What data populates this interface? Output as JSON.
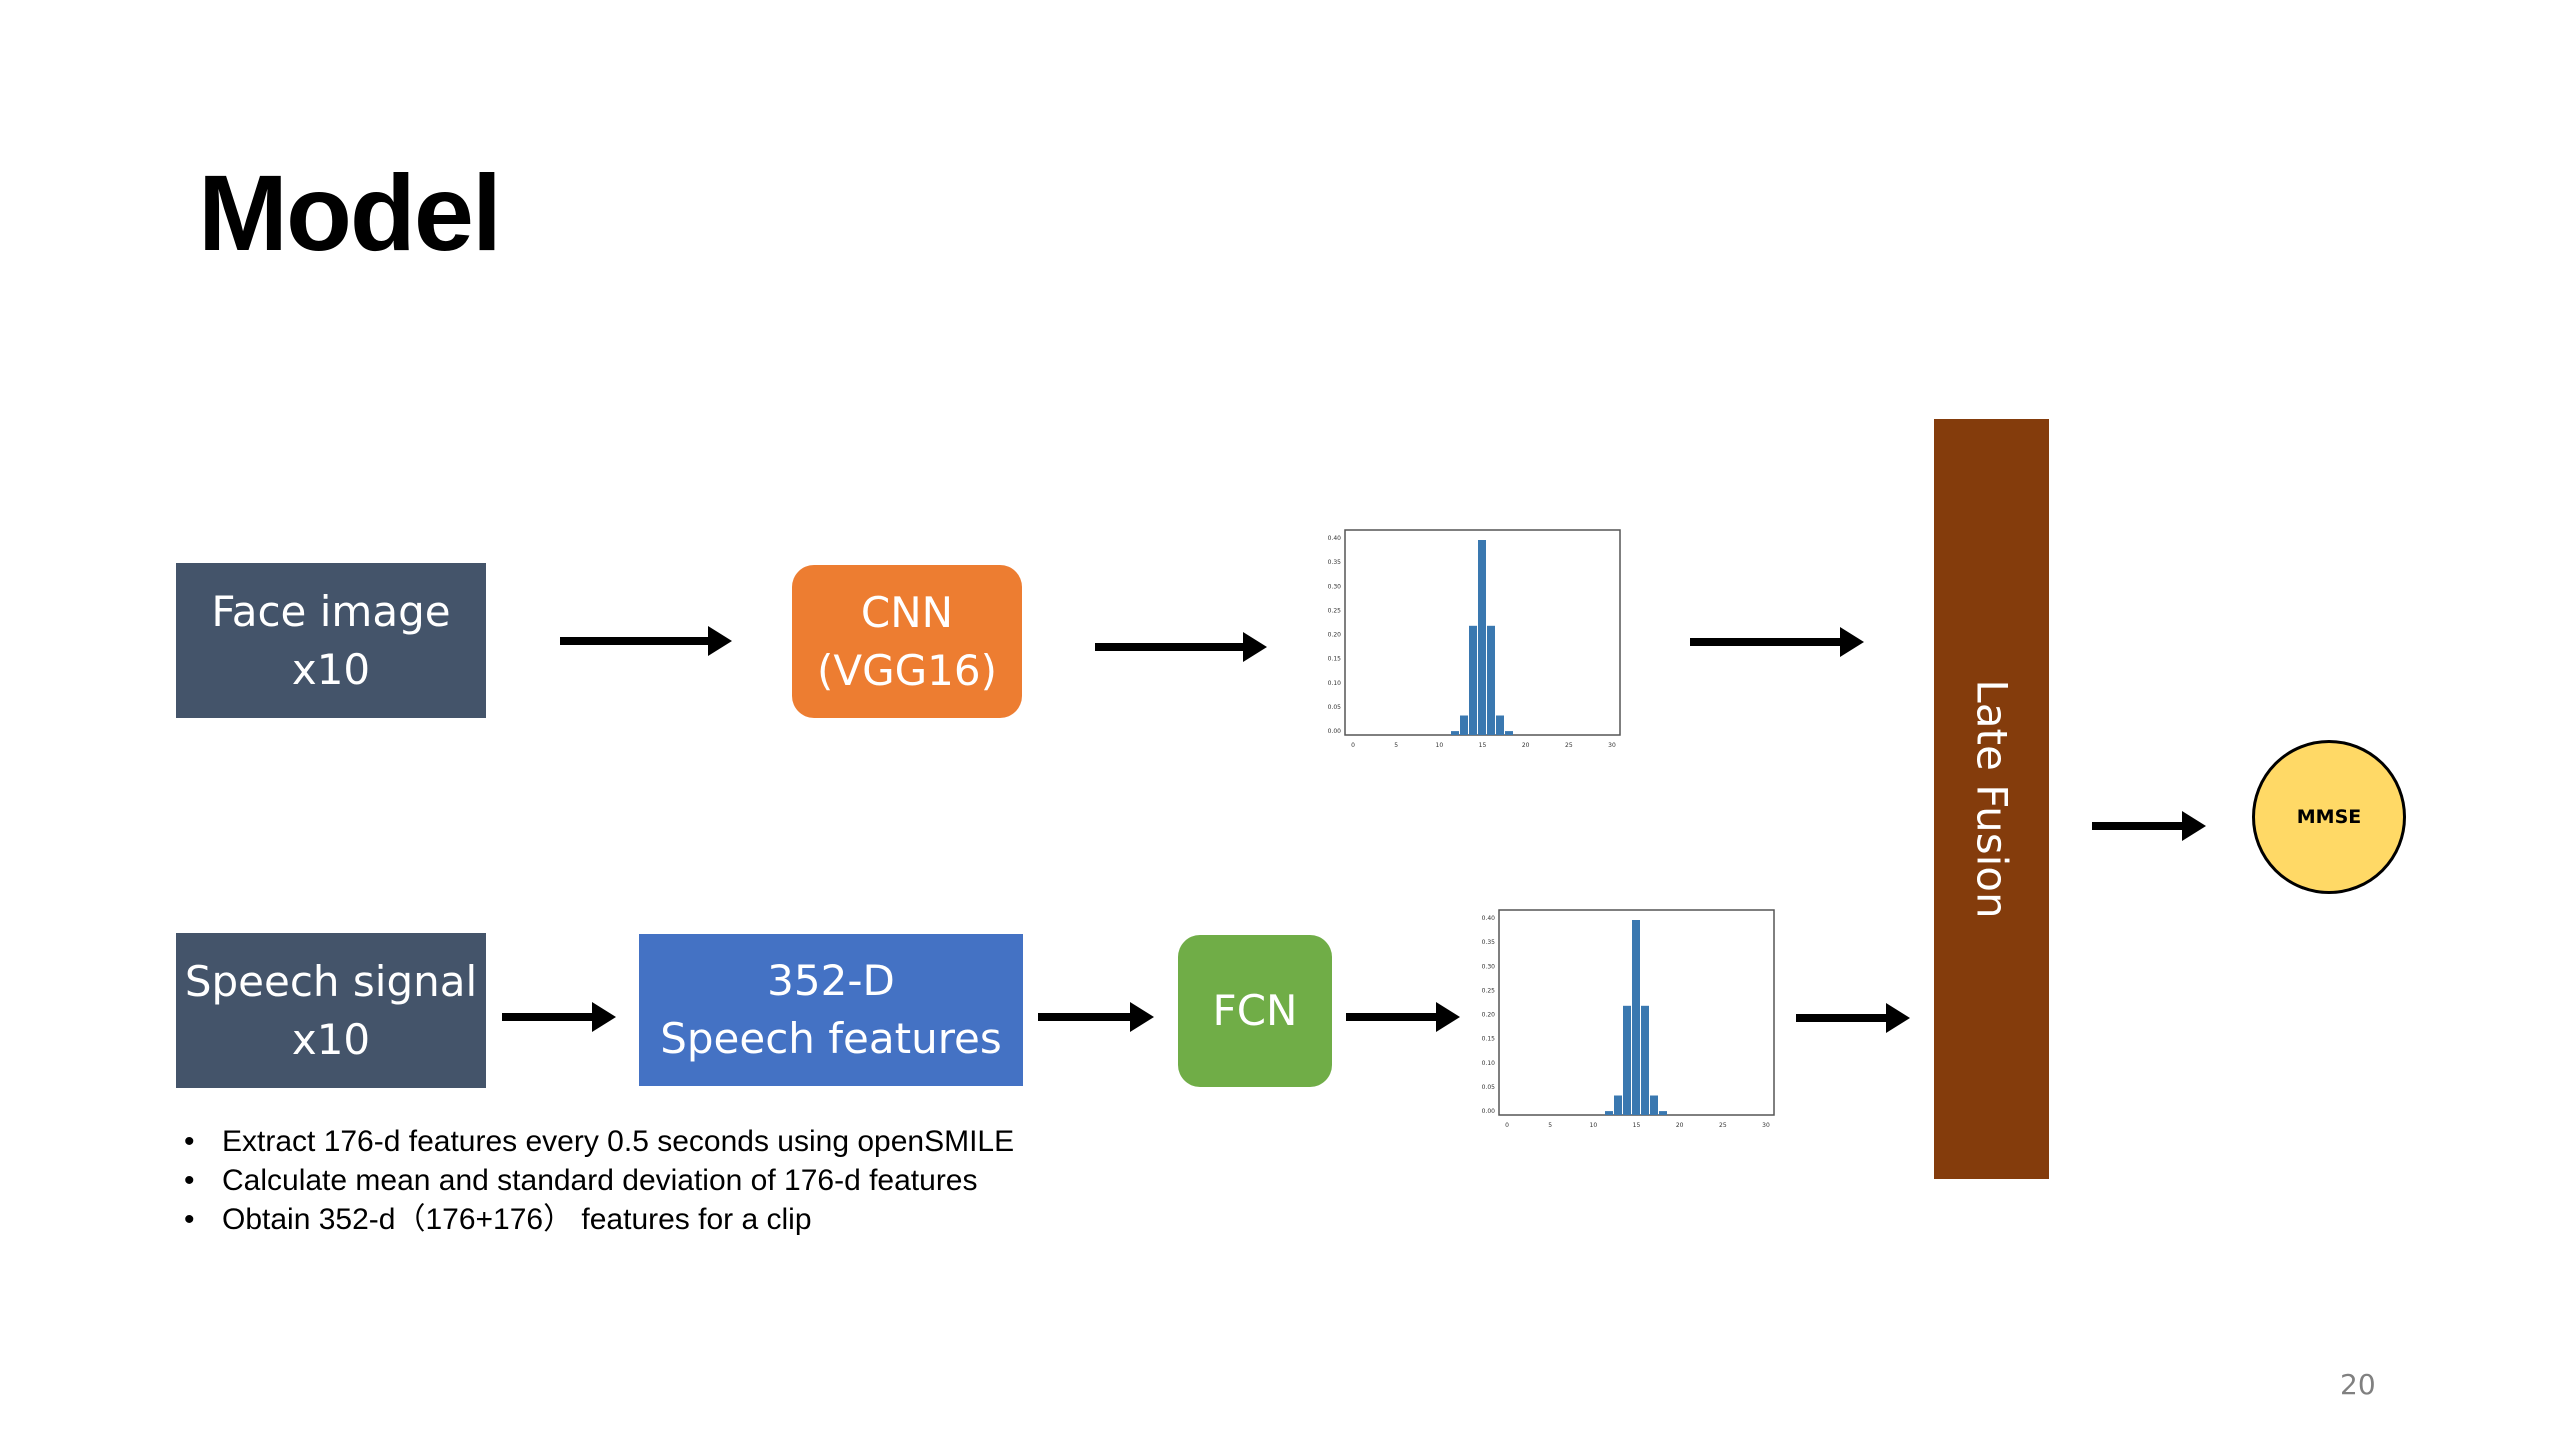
{
  "slide": {
    "title": "Model",
    "page_number": "20"
  },
  "nodes": {
    "face_image": {
      "label": "Face image\nx10",
      "color": "#44546A"
    },
    "cnn": {
      "label": "CNN\n(VGG16)",
      "color": "#ED7D31"
    },
    "speech_signal": {
      "label": "Speech signal\nx10",
      "color": "#44546A"
    },
    "speech_features": {
      "label": "352-D\nSpeech features",
      "color": "#4472C4"
    },
    "fcn": {
      "label": "FCN",
      "color": "#70AD47"
    },
    "late_fusion": {
      "label": "Late Fusion",
      "color": "#843C0C"
    },
    "mmse": {
      "label": "MMSE",
      "color": "#FFD966"
    }
  },
  "notes": [
    "Extract 176-d features every 0.5 seconds using openSMILE",
    "Calculate mean and standard deviation of 176-d features",
    "Obtain 352-d（176+176） features for a clip"
  ],
  "histogram": {
    "bar_color": "#3A78B0",
    "y_ticks": [
      "0.00",
      "0.05",
      "0.10",
      "0.15",
      "0.20",
      "0.25",
      "0.30",
      "0.35",
      "0.40"
    ],
    "x_ticks": [
      "0",
      "5",
      "10",
      "15",
      "20",
      "25",
      "30"
    ]
  }
}
